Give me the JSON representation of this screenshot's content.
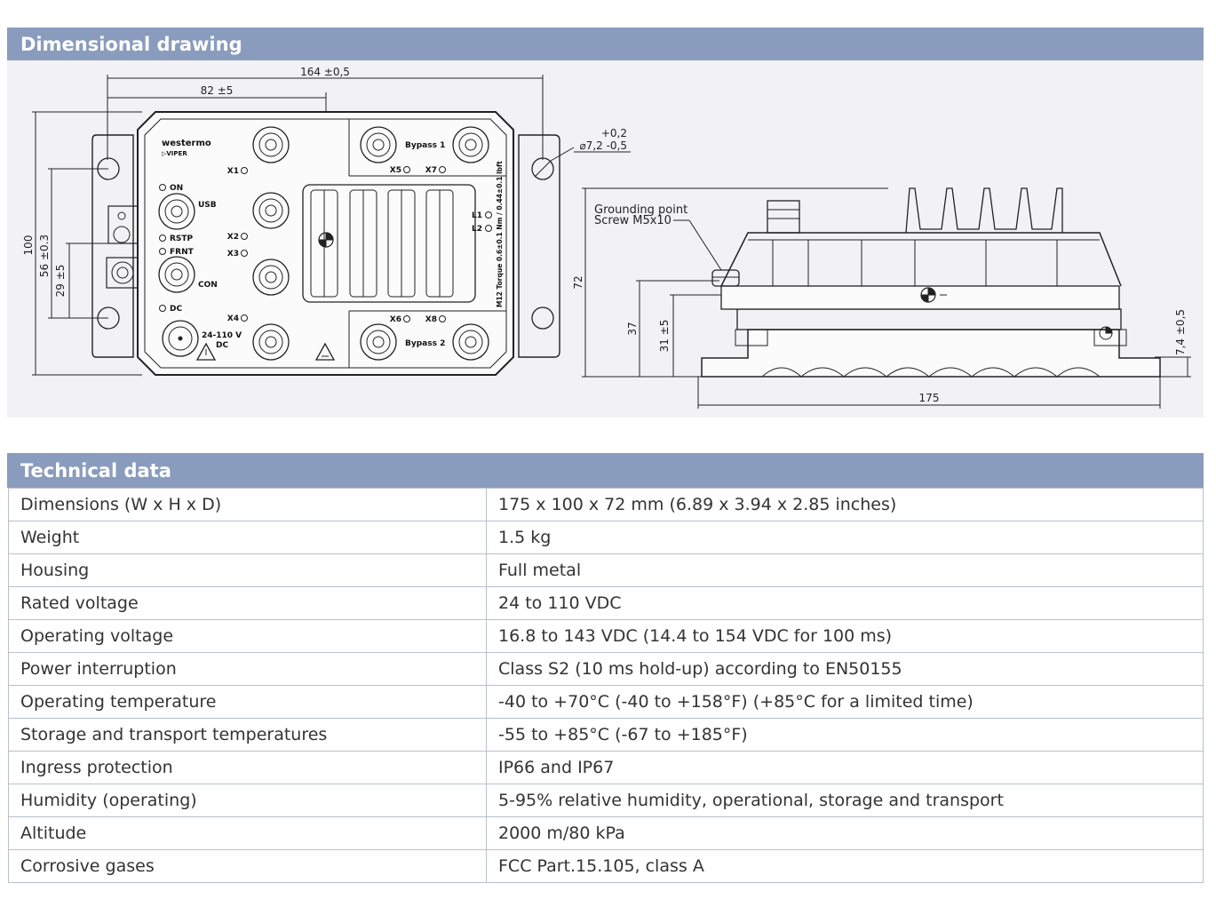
{
  "drawing_section": {
    "title": "Dimensional drawing",
    "front_view": {
      "dim_width": "164 ±0,5",
      "dim_half": "82 ±5",
      "dim_height": "100",
      "dim_hole_spacing": "56 ±0.3",
      "dim_offset": "29 ±5",
      "dim_hole_dia_top": "+0,2",
      "dim_hole_dia_main": "⌀7,2 -0,5",
      "brand_line1": "westermo",
      "brand_line2": "▷VIPER",
      "labels": {
        "x1": "X1",
        "x2": "X2",
        "x3": "X3",
        "x4": "X4",
        "x5": "X5",
        "x6": "X6",
        "x7": "X7",
        "x8": "X8",
        "on": "ON",
        "usb": "USB",
        "rstp": "RSTP",
        "frnt": "FRNT",
        "con": "CON",
        "dc": "DC",
        "power_line1": "24-110 V",
        "power_line2": "DC",
        "bypass1": "Bypass 1",
        "bypass2": "Bypass 2",
        "l1": "L1",
        "l2": "L2",
        "torque": "M12 Torque 0.6±0.1 Nm / 0.44±0.1 lbft"
      }
    },
    "side_view": {
      "grounding_line1": "Grounding point",
      "grounding_line2": "Screw M5x10",
      "dim_total_height": "72",
      "dim_37": "37",
      "dim_31": "31 ±5",
      "dim_foot": "7,4 ±0,5",
      "dim_length": "175"
    }
  },
  "technical_section": {
    "title": "Technical data",
    "rows": [
      {
        "label": "Dimensions (W x H x D)",
        "value": "175 x 100 x 72 mm (6.89 x 3.94 x 2.85 inches)"
      },
      {
        "label": "Weight",
        "value": "1.5 kg"
      },
      {
        "label": "Housing",
        "value": "Full metal"
      },
      {
        "label": "Rated voltage",
        "value": "24 to 110 VDC"
      },
      {
        "label": "Operating voltage",
        "value": "16.8 to 143 VDC (14.4 to 154 VDC for 100 ms)"
      },
      {
        "label": "Power interruption",
        "value": "Class S2 (10 ms hold-up) according to EN50155"
      },
      {
        "label": "Operating temperature",
        "value": "-40 to +70°C (-40 to +158°F) (+85°C for a limited time)"
      },
      {
        "label": "Storage and transport temperatures",
        "value": "-55 to +85°C (-67 to +185°F)"
      },
      {
        "label": "Ingress protection",
        "value": "IP66 and IP67"
      },
      {
        "label": "Humidity (operating)",
        "value": "5-95% relative humidity, operational, storage and transport"
      },
      {
        "label": "Altitude",
        "value": "2000 m/80 kPa"
      },
      {
        "label": "Corrosive gases",
        "value": "FCC Part.15.105, class A"
      }
    ]
  }
}
